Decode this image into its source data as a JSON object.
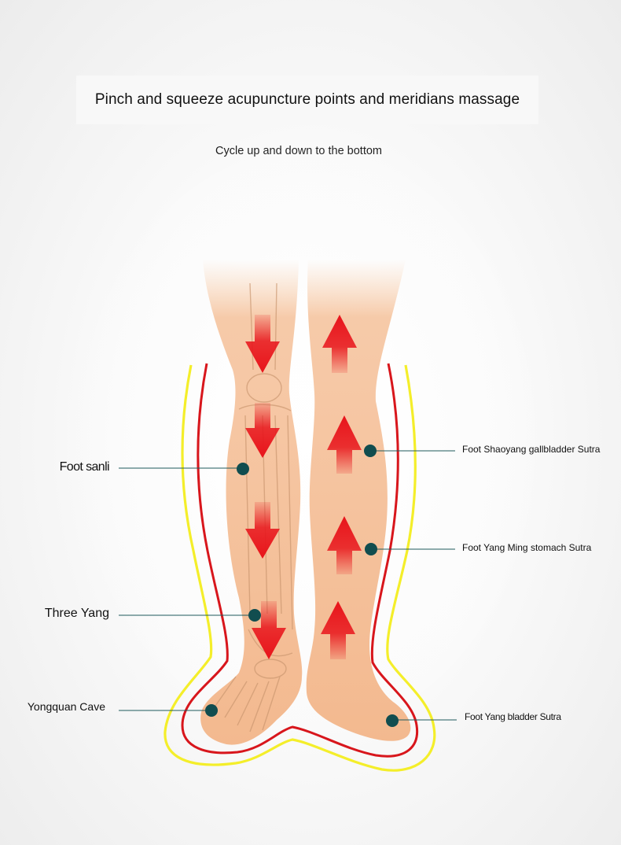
{
  "title": "Pinch and squeeze acupuncture points and meridians massage",
  "subtitle": "Cycle up and down to the bottom",
  "labels": {
    "foot_sanli": "Foot sanli",
    "three_yang": "Three Yang",
    "yongquan_cave": "Yongquan Cave",
    "foot_shaoyang": "Foot Shaoyang gallbladder Sutra",
    "foot_yang_ming": "Foot Yang Ming stomach Sutra",
    "foot_yang_bladder": "Foot Yang bladder Sutra"
  },
  "colors": {
    "arrow": "#e8141b",
    "outer_outline": "#f4ee2a",
    "inner_outline": "#d8161c",
    "acupoint": "#114d4f",
    "leader_line": "#1e5a5c",
    "skin": "#f7c9a2"
  },
  "arrows": {
    "left_leg": "down",
    "right_leg": "up"
  }
}
